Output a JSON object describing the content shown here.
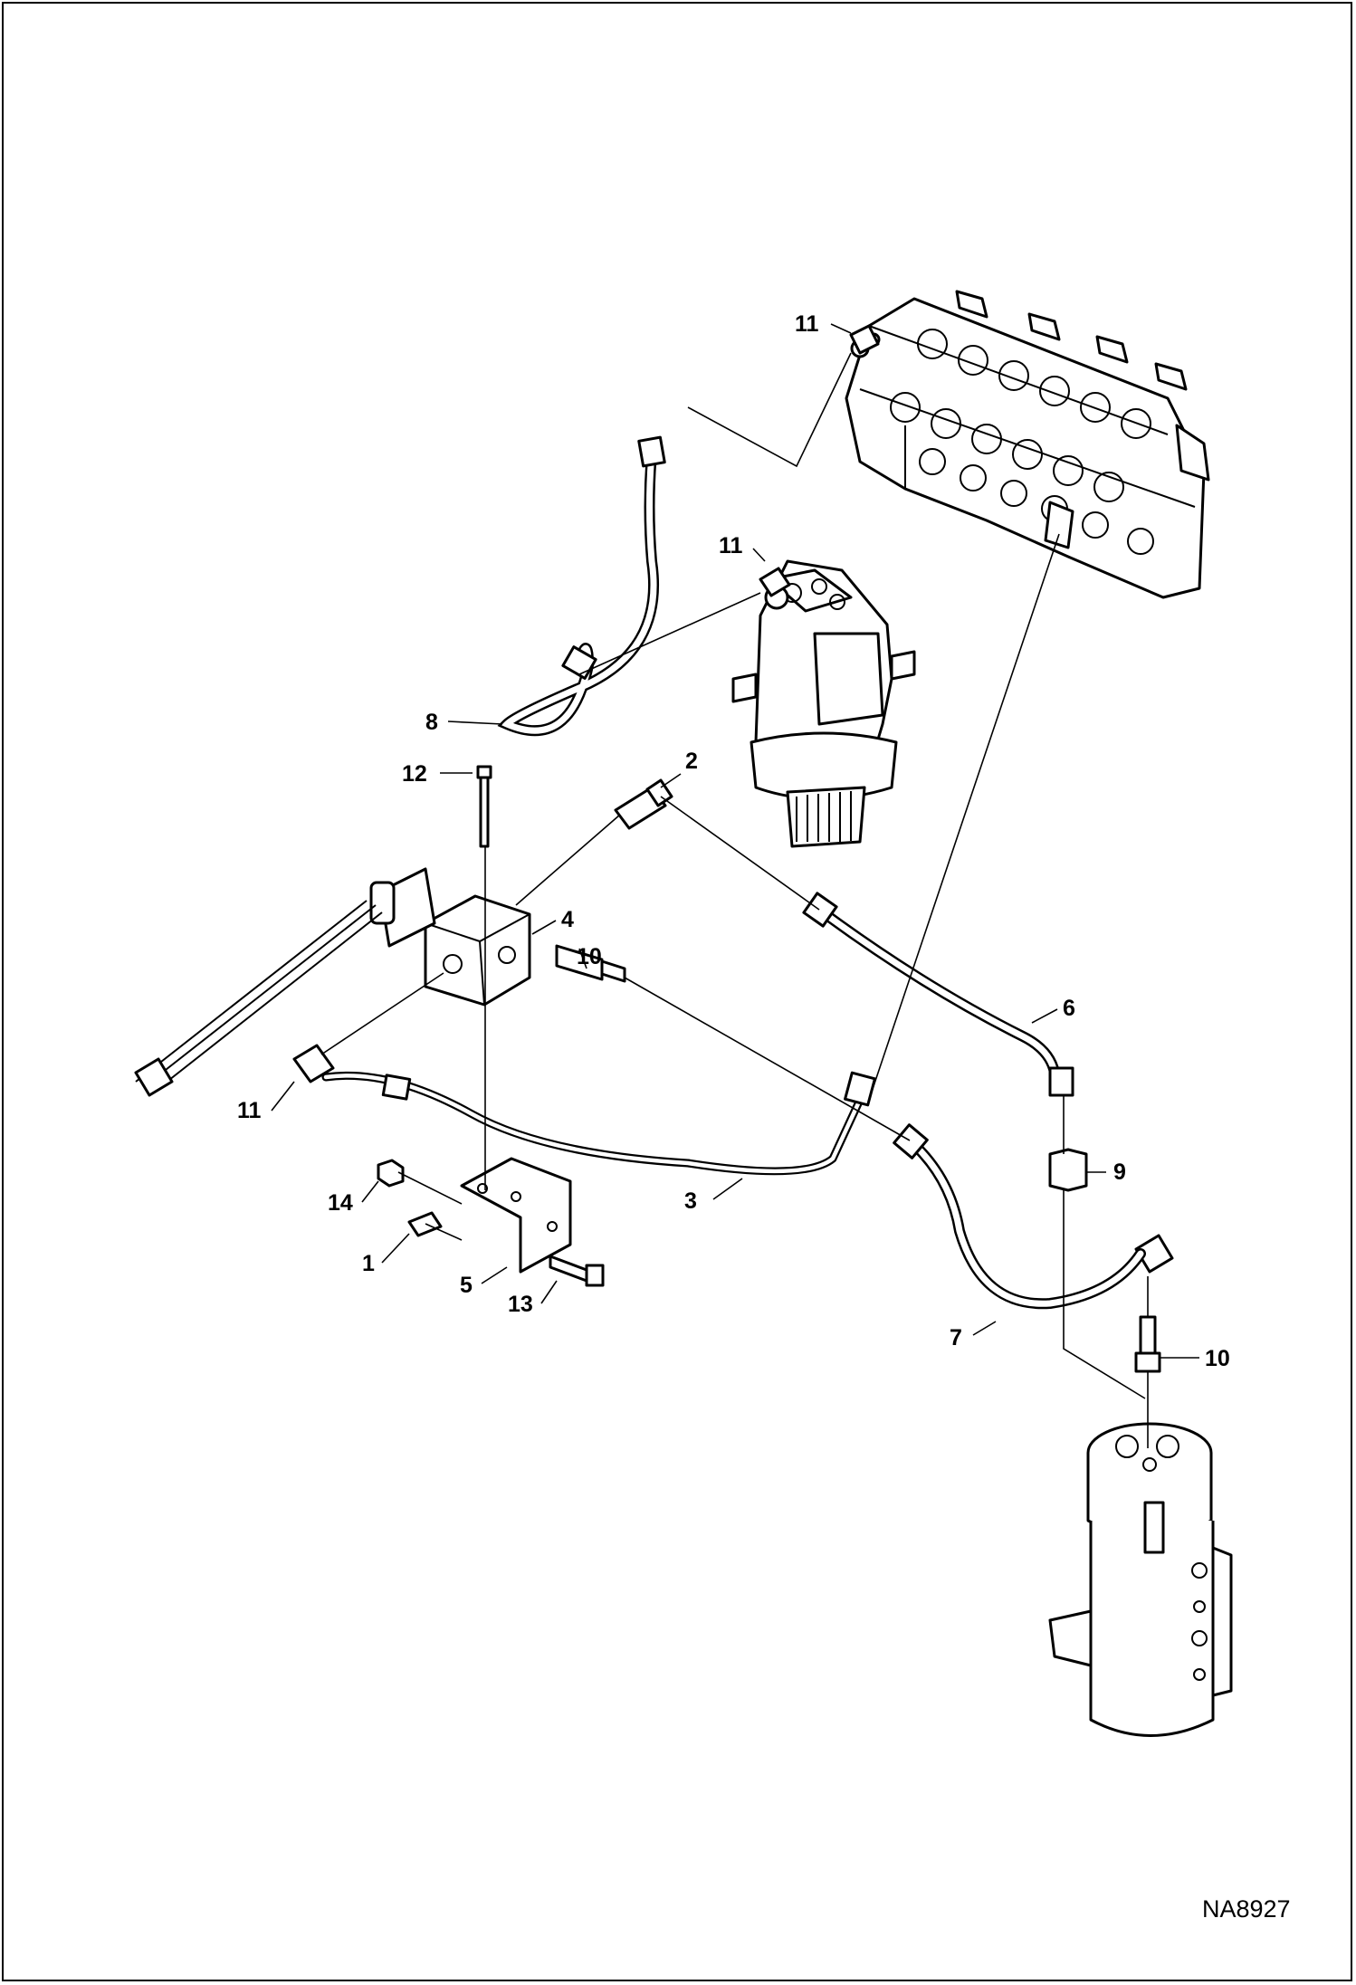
{
  "figure": {
    "id": "NA8927"
  },
  "callouts": [
    {
      "id": "c11a",
      "label": "11"
    },
    {
      "id": "c11b",
      "label": "11"
    },
    {
      "id": "c8",
      "label": "8"
    },
    {
      "id": "c12",
      "label": "12"
    },
    {
      "id": "c2",
      "label": "2"
    },
    {
      "id": "c4",
      "label": "4"
    },
    {
      "id": "c10a",
      "label": "10"
    },
    {
      "id": "c6",
      "label": "6"
    },
    {
      "id": "c11c",
      "label": "11"
    },
    {
      "id": "c3",
      "label": "3"
    },
    {
      "id": "c9",
      "label": "9"
    },
    {
      "id": "c14",
      "label": "14"
    },
    {
      "id": "c1",
      "label": "1"
    },
    {
      "id": "c5",
      "label": "5"
    },
    {
      "id": "c13",
      "label": "13"
    },
    {
      "id": "c7",
      "label": "7"
    },
    {
      "id": "c10b",
      "label": "10"
    }
  ]
}
